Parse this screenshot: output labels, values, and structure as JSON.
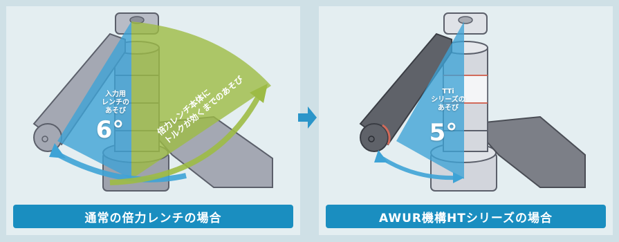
{
  "left": {
    "caption": "通常の倍力レンチの場合",
    "input_play_line1": "入力用",
    "input_play_line2": "レンチの",
    "input_play_line3": "あそび",
    "input_play_degree": "6°",
    "body_play_line1": "倍力レンチ本体に",
    "body_play_line2": "トルクが効くまでのあそび"
  },
  "right": {
    "caption": "AWUR機構HTシリーズの場合",
    "play_line1": "TTi",
    "play_line2": "シリーズの",
    "play_line3": "あそび",
    "play_degree": "5°"
  },
  "colors": {
    "background": "#cfe0e6",
    "panel": "#e4eef1",
    "caption_bg": "#1a8ec0",
    "blue_wedge": "#3ea3d6",
    "green_wedge": "#9dbb45",
    "arrow": "#2b95c9"
  }
}
